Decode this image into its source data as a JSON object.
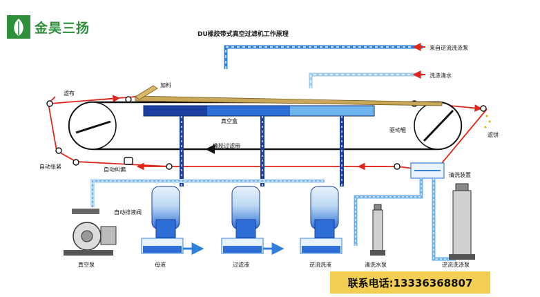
{
  "brand": {
    "name": "金昊三扬",
    "color": "#2f8f3a"
  },
  "title": "DU橡胶带式真空过滤机工作原理",
  "labels": {
    "filter_cloth": "滤布",
    "feed": "加料",
    "vacuum_box": "真空盒",
    "drive_roller": "驱动辊",
    "discharge_cake": "滤饼",
    "rubber_belt": "橡胶过滤带",
    "auto_tension": "自动张紧",
    "auto_correction": "自动纠偏",
    "cleaning_device": "清洗装置",
    "auto_drain_valve": "自动排液阀",
    "from_backwash_pump": "来自逆流洗涤泵",
    "wash_water": "洗涤清水",
    "vacuum_pump": "真空泵",
    "mother_liquor": "母液",
    "filtrate": "过滤液",
    "backwash_liquid": "逆流洗液",
    "wash_water_pump": "清洗水泵",
    "backwash_pump": "逆流洗涤泵"
  },
  "contact": "联系电话:13336368807",
  "colors": {
    "cloth": "#e0261b",
    "pipe_blue": "#2f80d8",
    "pipe_light": "#bcdcf5",
    "belt": "#111111",
    "cake": "#c9a85a",
    "vacuum_dark": "#1a3fa0",
    "vacuum_mid": "#2d6fd6",
    "vacuum_light": "#6fb3ec",
    "contact_bg": "#f2ce52"
  }
}
